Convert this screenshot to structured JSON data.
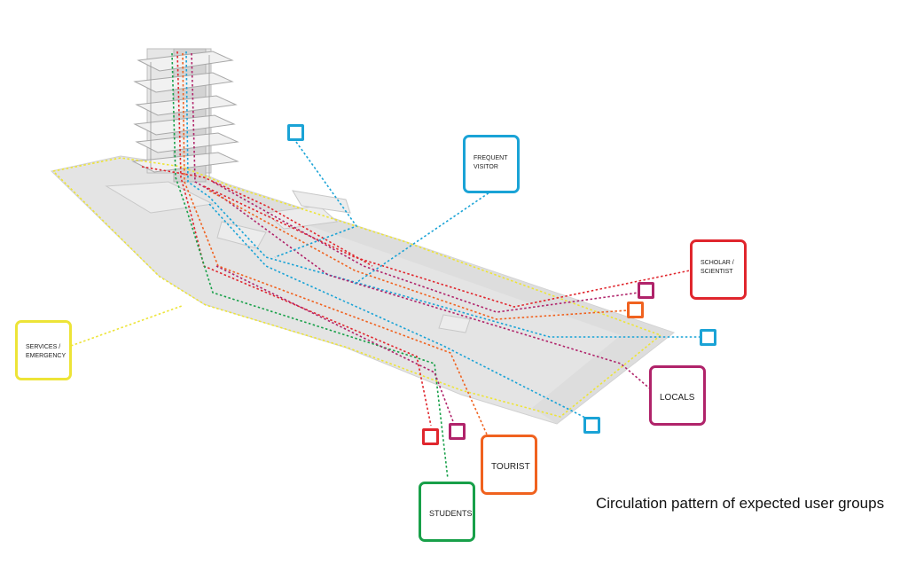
{
  "caption": "Circulation pattern of expected user groups",
  "user_groups": [
    {
      "key": "frequent",
      "line1": "FREQUENT",
      "line2": "VISITOR",
      "color": "#1aa3d6"
    },
    {
      "key": "scholar",
      "line1": "SCHOLAR /",
      "line2": "SCIENTIST",
      "color": "#e0262d"
    },
    {
      "key": "services",
      "line1": "SERVICES /",
      "line2": "EMERGENCY",
      "color": "#ede437"
    },
    {
      "key": "locals",
      "line1": "LOCALS",
      "line2": "",
      "color": "#b0236a"
    },
    {
      "key": "tourist",
      "line1": "TOURIST",
      "line2": "",
      "color": "#f0621f"
    },
    {
      "key": "students",
      "line1": "STUDENTS",
      "line2": "",
      "color": "#18a049"
    }
  ],
  "endpoint_markers": [
    {
      "key": "cyan-top",
      "color": "#1aa3d6"
    },
    {
      "key": "magenta-right",
      "color": "#b0236a"
    },
    {
      "key": "orange-right",
      "color": "#f0621f"
    },
    {
      "key": "cyan-right",
      "color": "#1aa3d6"
    },
    {
      "key": "cyan-bottom",
      "color": "#1aa3d6"
    },
    {
      "key": "red-bottom",
      "color": "#e0262d"
    },
    {
      "key": "magenta-bottom",
      "color": "#b0236a"
    }
  ]
}
